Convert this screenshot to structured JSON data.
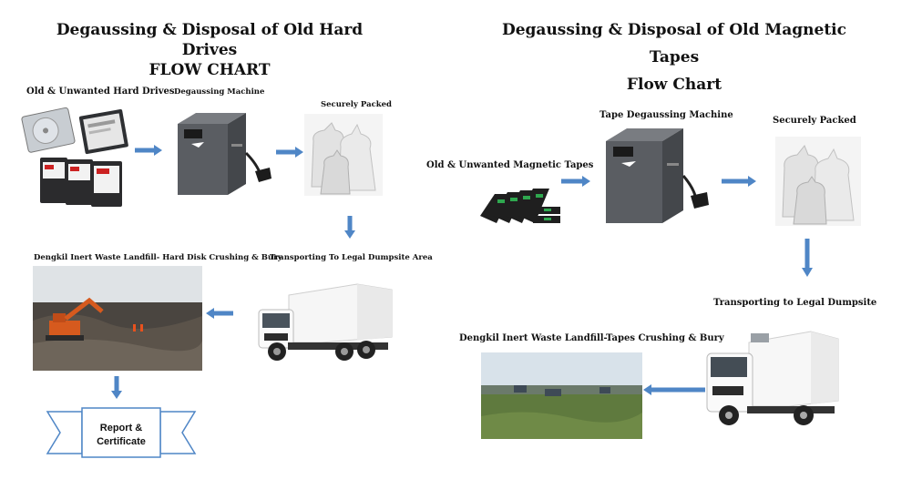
{
  "left": {
    "title_line1": "Degaussing & Disposal of Old Hard Drives",
    "title_line2": "FLOW CHART",
    "labels": {
      "drives": "Old & Unwanted Hard Drives",
      "machine": "Degaussing Machine",
      "packed": "Securely Packed",
      "landfill": "Dengkil Inert Waste Landfill- Hard Disk Crushing & Bury",
      "transport": "Transporting To Legal Dumpsite Area"
    },
    "banner_line1": "Report &",
    "banner_line2": "Certificate"
  },
  "right": {
    "title_line1": "Degaussing & Disposal of Old Magnetic Tapes",
    "title_line2": "Flow Chart",
    "labels": {
      "machine": "Tape Degaussing Machine",
      "packed": "Securely Packed",
      "tapes": "Old & Unwanted Magnetic Tapes",
      "transport": "Transporting to Legal Dumpsite",
      "landfill": "Dengkil Inert Waste Landfill-Tapes Crushing & Bury"
    }
  },
  "colors": {
    "arrow": "#4f86c6",
    "machine": "#5a5d62",
    "bag": "#e8e8e8"
  },
  "icons": [
    "hard-drive-icon",
    "degausser-icon",
    "sack-icon",
    "truck-icon",
    "landfill-photo",
    "tape-cartridge-icon",
    "banner-icon",
    "arrow-icon"
  ]
}
